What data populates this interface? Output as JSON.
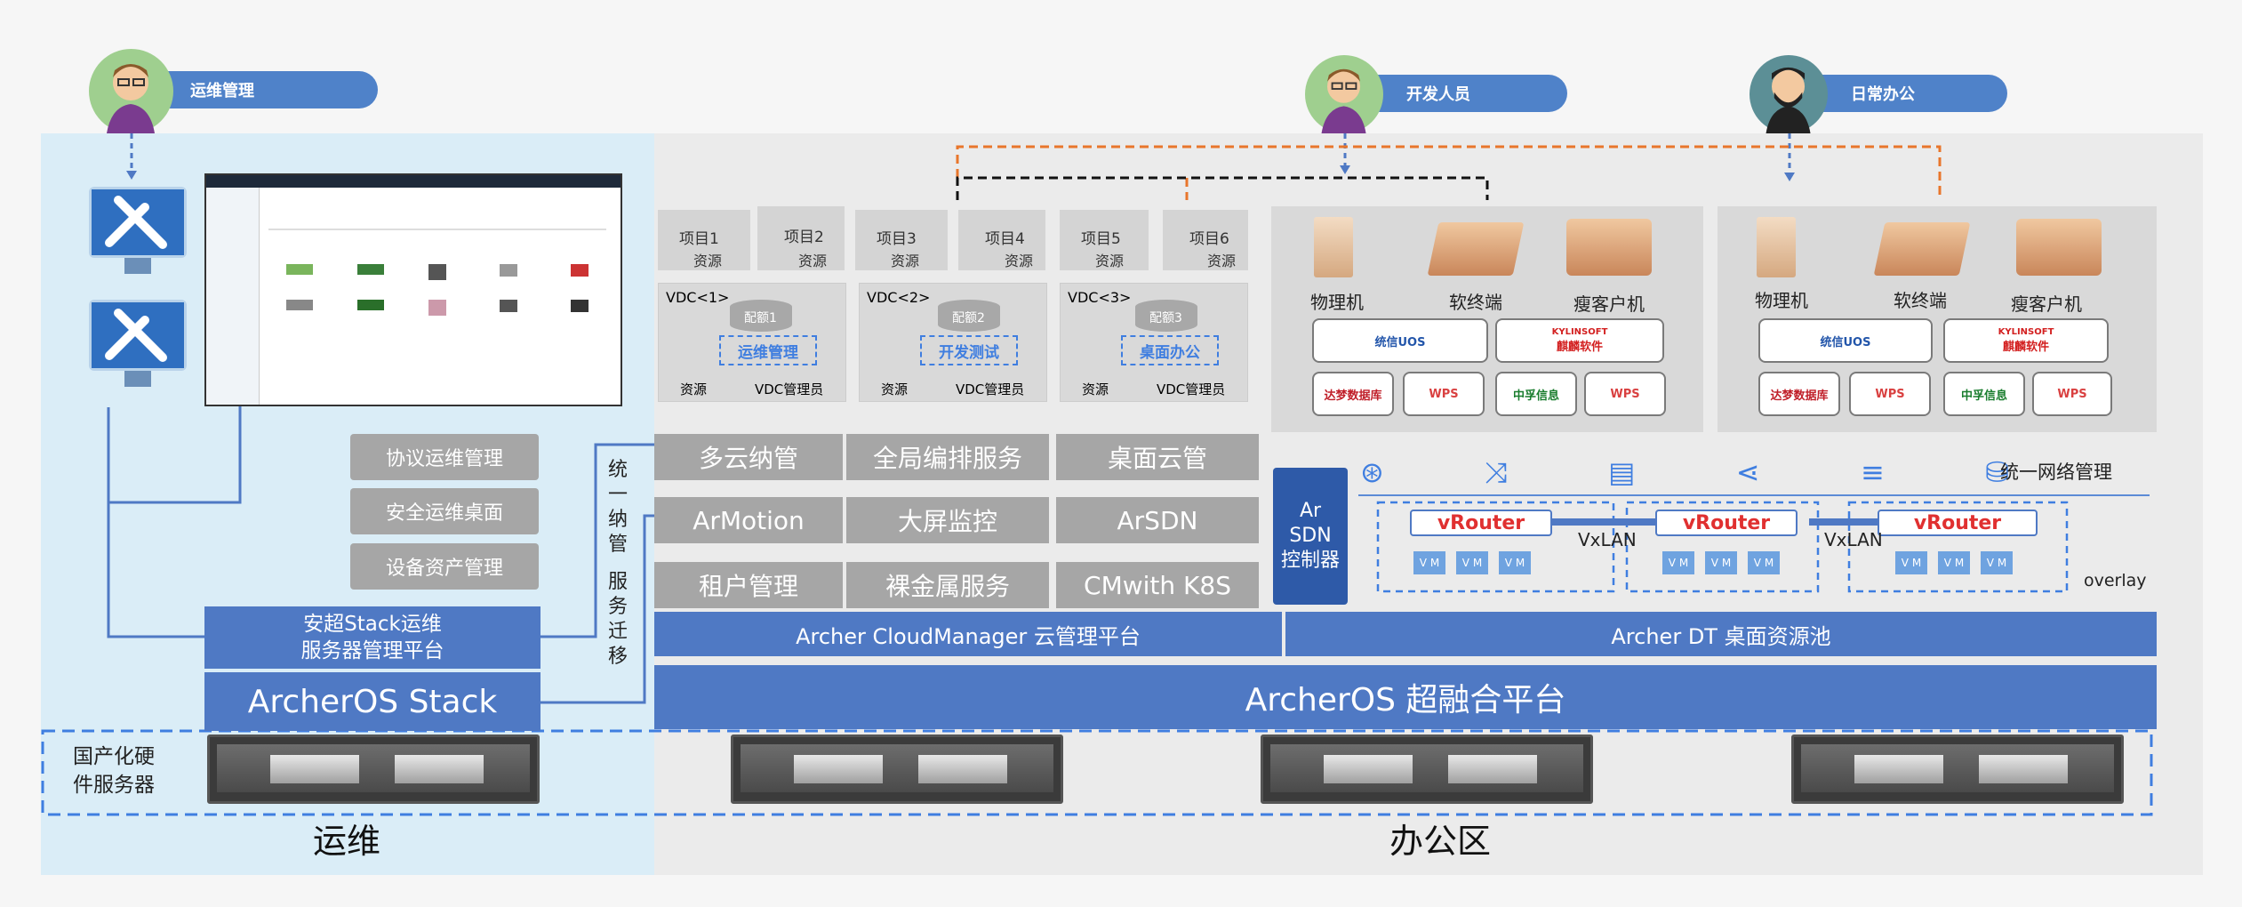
{
  "colors": {
    "accent_blue": "#4f79c4",
    "ops_bg": "#daedf7",
    "office_bg": "#ebebeb",
    "module_grey": "#a6a6a6",
    "dashed_orange": "#e8762b"
  },
  "roles": {
    "ops_admin": "运维管理",
    "developer": "开发人员",
    "daily_office": "日常办公"
  },
  "ops_zone": {
    "label": "运维",
    "buttons": [
      "协议运维管理",
      "安全运维桌面",
      "设备资产管理"
    ],
    "stack_platform_line1": "安超Stack运维",
    "stack_platform_line2": "服务器管理平台",
    "stack": "ArcherOS Stack",
    "hardware_line1": "国产化硬",
    "hardware_line2": "件服务器",
    "migration_chars": [
      "统",
      "一",
      "纳",
      "管",
      "服",
      "务",
      "迁",
      "移"
    ]
  },
  "office_zone": {
    "label": "办公区",
    "projects": [
      "项目1",
      "项目2",
      "项目3",
      "项目4",
      "项目5",
      "项目6"
    ],
    "resource": "资源",
    "vdc": [
      {
        "label": "VDC<1>",
        "quota": "配额1",
        "name": "运维管理"
      },
      {
        "label": "VDC<2>",
        "quota": "配额2",
        "name": "开发测试"
      },
      {
        "label": "VDC<3>",
        "quota": "配额3",
        "name": "桌面办公"
      }
    ],
    "vdc_admin": "VDC管理员",
    "modules": [
      "多云纳管",
      "全局编排服务",
      "桌面云管",
      "ArMotion",
      "大屏监控",
      "ArSDN",
      "租户管理",
      "裸金属服务",
      "CMwith K8S"
    ],
    "sdn_controller": [
      "Ar",
      "SDN",
      "控制器"
    ],
    "cloud_manager": "Archer CloudManager 云管理平台",
    "dt_pool": "Archer DT 桌面资源池",
    "archeros": "ArcherOS 超融合平台",
    "network_mgmt": "统一网络管理",
    "vrouter": "vRouter",
    "vxlan": "VxLAN",
    "overlay": "overlay",
    "vm_label": "V M",
    "terminals": [
      "物理机",
      "软终端",
      "瘦客户机"
    ],
    "software_logos": [
      "统信UOS",
      "麒麟软件",
      "达梦数据库",
      "WPS",
      "中孚信息",
      "WPS"
    ],
    "kylin_small": "KYLINSOFT"
  }
}
